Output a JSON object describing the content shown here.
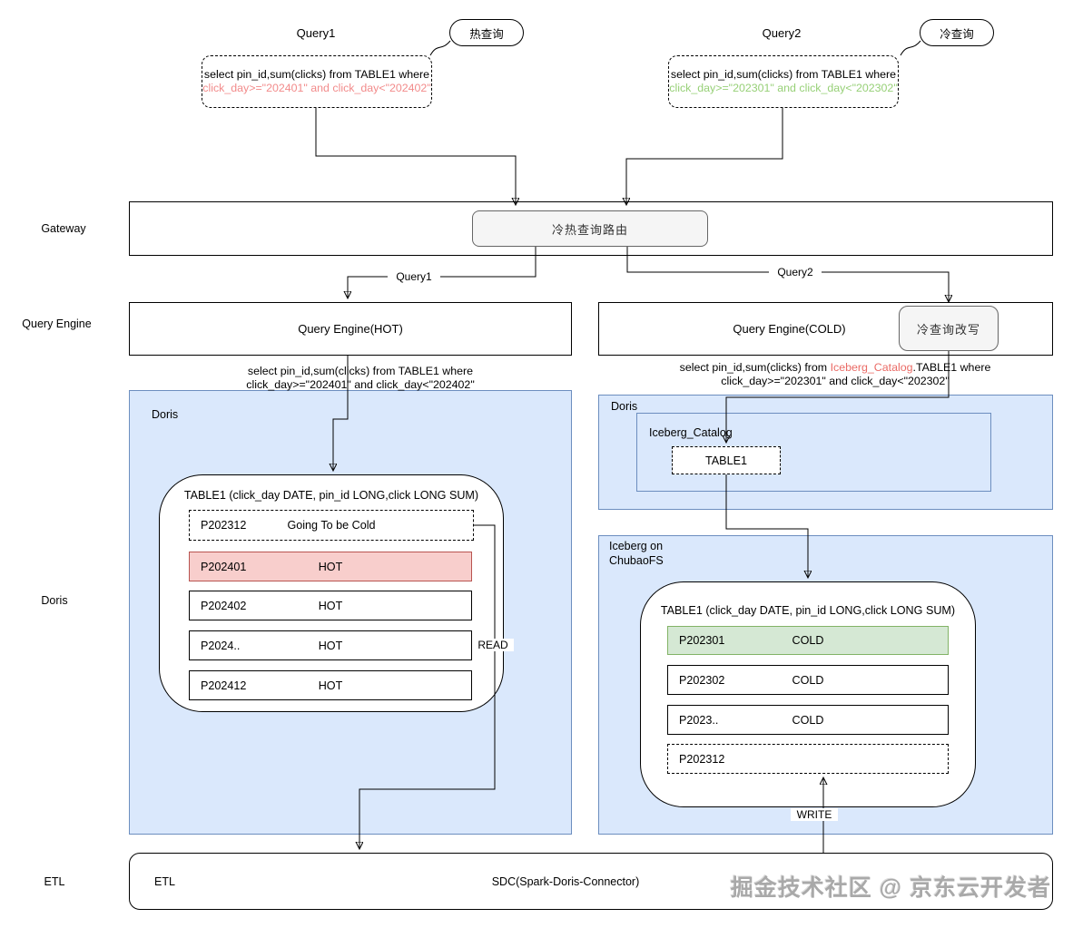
{
  "lanes": {
    "gateway": "Gateway",
    "query_engine": "Query Engine",
    "doris": "Doris",
    "etl": "ETL"
  },
  "queries": {
    "q1": {
      "title": "Query1",
      "tag": "热查询",
      "sql_line1": "select pin_id,sum(clicks) from TABLE1 where",
      "sql_line2": "click_day>=\"202401\" and click_day<\"202402\""
    },
    "q2": {
      "title": "Query2",
      "tag": "冷查询",
      "sql_line1": "select pin_id,sum(clicks) from TABLE1 where",
      "sql_line2": "click_day>=\"202301\" and click_day<\"202302\""
    }
  },
  "gateway": {
    "router_label": "冷热查询路由"
  },
  "engines": {
    "hot": "Query Engine(HOT)",
    "cold": "Query Engine(COLD)",
    "rewrite": "冷查询改写"
  },
  "sql_hot": {
    "line1": "select pin_id,sum(clicks) from TABLE1 where",
    "line2": "click_day>=\"202401\" and click_day<\"202402\""
  },
  "sql_cold": {
    "line1_pre": "select pin_id,sum(clicks) from ",
    "line1_hl": "Iceberg_Catalog",
    "line1_post": ".TABLE1 where",
    "line2": "click_day>=\"202301\" and click_day<\"202302\""
  },
  "doris_hot": {
    "panel_label": "Doris",
    "table_title": "TABLE1 (click_day DATE, pin_id LONG,click LONG SUM)",
    "rows": [
      {
        "partition": "P202312",
        "status": "Going To  be Cold",
        "style": "dashed"
      },
      {
        "partition": "P202401",
        "status": "HOT",
        "style": "hot"
      },
      {
        "partition": "P202402",
        "status": "HOT",
        "style": "normal"
      },
      {
        "partition": "P2024..",
        "status": "HOT",
        "style": "normal"
      },
      {
        "partition": "P202412",
        "status": "HOT",
        "style": "normal"
      }
    ]
  },
  "doris_cold": {
    "panel_label": "Doris",
    "catalog_label": "Iceberg_Catalog",
    "table_ref": "TABLE1"
  },
  "iceberg": {
    "panel_label_line1": "Iceberg on",
    "panel_label_line2": "ChubaoFS",
    "table_title": "TABLE1 (click_day DATE, pin_id LONG,click LONG SUM)",
    "rows": [
      {
        "partition": "P202301",
        "status": "COLD",
        "style": "cold"
      },
      {
        "partition": "P202302",
        "status": "COLD",
        "style": "normal"
      },
      {
        "partition": "P2023..",
        "status": "COLD",
        "style": "normal"
      },
      {
        "partition": "P202312",
        "status": "",
        "style": "dashed"
      }
    ]
  },
  "edges": {
    "q1": "Query1",
    "q2": "Query2",
    "read": "READ",
    "write": "WRITE"
  },
  "etl": {
    "label": "ETL",
    "connector": "SDC(Spark-Doris-Connector)"
  },
  "watermark": "掘金技术社区 @ 京东云开发者",
  "colors": {
    "panel_blue": "#dae8fc",
    "panel_border": "#6c8ebf",
    "hot_fill": "#f8cecc",
    "hot_border": "#b85450",
    "cold_fill": "#d5e8d4",
    "cold_border": "#82b366",
    "gray_fill": "#f5f5f5",
    "hot_sql_text": "#f28b8b",
    "cold_sql_text": "#97d077",
    "catalog_highlight": "#ea6b66"
  }
}
